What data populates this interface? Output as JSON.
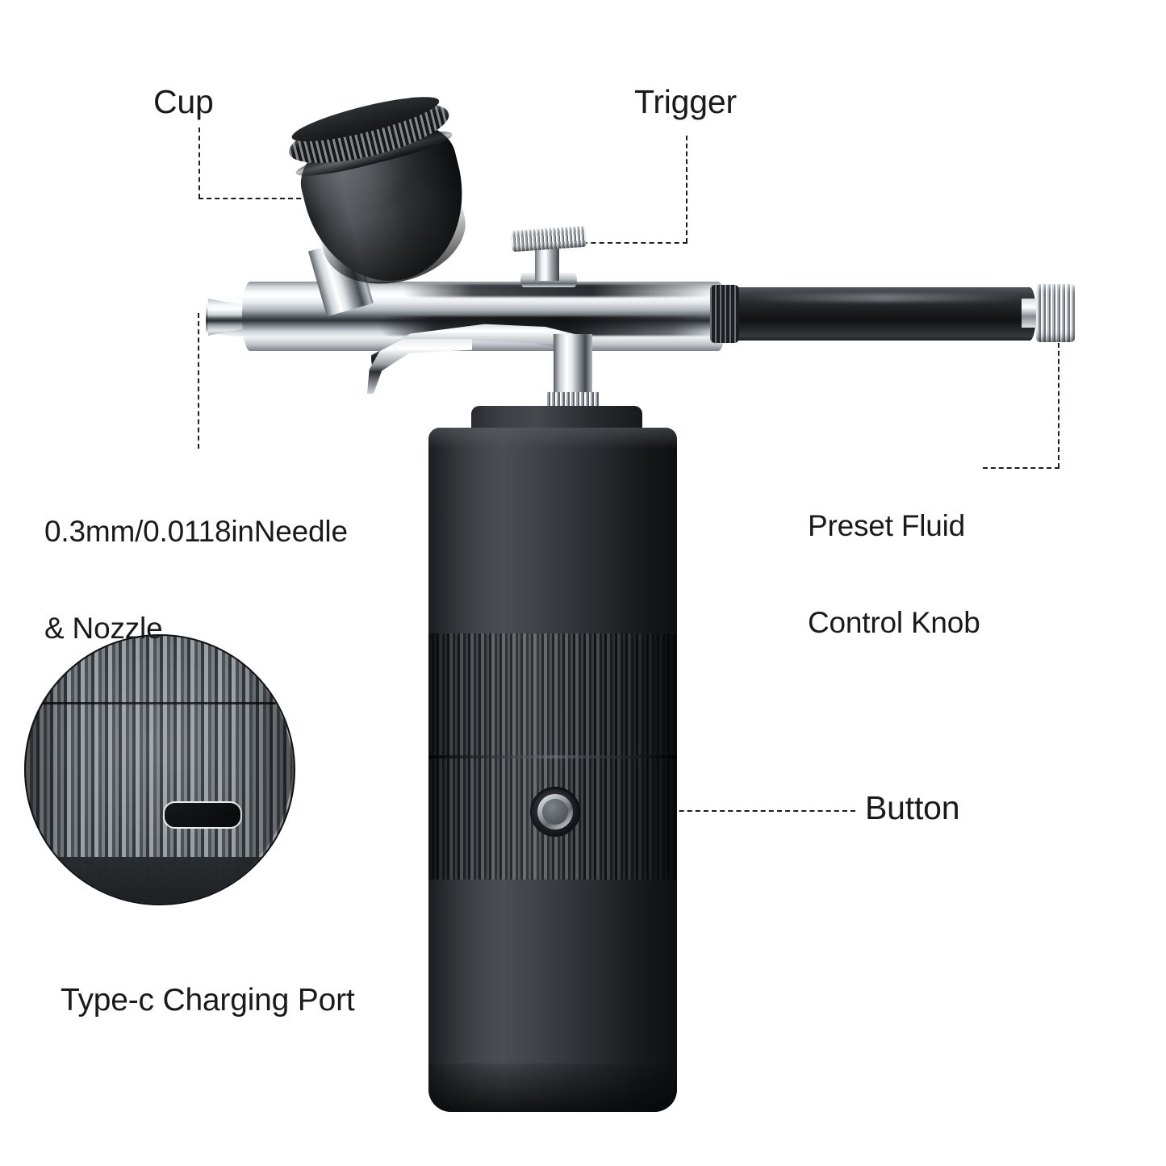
{
  "page": {
    "background": "#ffffff",
    "product": "cordless handheld airbrush kit with built-in compressor"
  },
  "callouts": [
    {
      "id": "cup",
      "label": "Cup",
      "points_to": "paint-cup",
      "label_position": "top-left"
    },
    {
      "id": "trigger",
      "label": "Trigger",
      "points_to": "trigger-lever",
      "label_position": "top-right"
    },
    {
      "id": "needle-nozzle",
      "label_line1": "0.3mm/0.0118inNeedle",
      "label_line2": "& Nozzle",
      "points_to": "nozzle-tip",
      "label_position": "middle-left"
    },
    {
      "id": "preset-fluid-control-knob",
      "label_line1": "Preset Fluid",
      "label_line2": "Control Knob",
      "points_to": "rear-knob",
      "label_position": "middle-right"
    },
    {
      "id": "button",
      "label": "Button",
      "points_to": "power-button",
      "label_position": "right"
    },
    {
      "id": "type-c-charging-port",
      "label": "Type-c Charging Port",
      "points_to": "magnified-usb-c-port",
      "label_position": "bottom-left"
    }
  ],
  "colors": {
    "text": "#1a1a1a",
    "leader_line": "#1d1d1d",
    "chrome_light": "#ffffff",
    "chrome_mid": "#9aa0a6",
    "chrome_dark": "#2a2e32",
    "body_black": "#26292c",
    "background": "#ffffff"
  },
  "parts": {
    "paint_cup": "black ribbed-rim gravity-feed cup, tilted",
    "barrel": "polished chrome airbrush barrel",
    "nozzle": "0.3 mm needle and nozzle with knurled chrome cap",
    "trigger": "knurled chrome trigger lever on top of barrel",
    "grip": "matte black rear grip",
    "rear_knob": "knurled chrome preset fluid control knob",
    "compressor": "black cylindrical compressor body with fluted mid-band",
    "power_button": "round recessed chrome-ringed button",
    "charging_port": "USB Type-C port shown in magnified circular inset"
  }
}
